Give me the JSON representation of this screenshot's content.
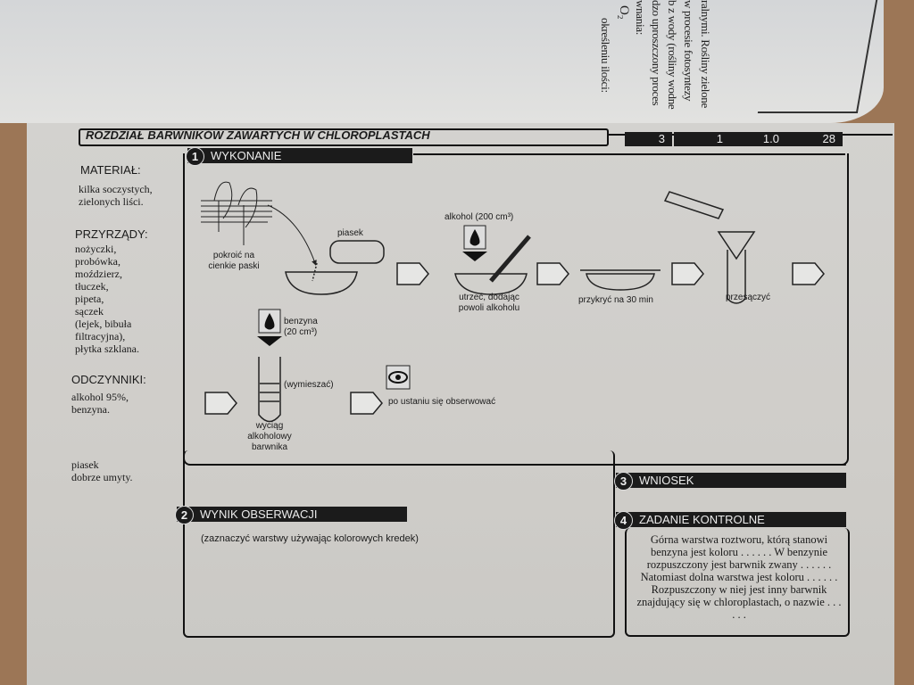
{
  "previous_page": {
    "lines": [
      "ralnymi. Rośliny zielone",
      "w procesie fotosyntezy",
      "b z wody (rośliny wodne",
      "dzo uproszczony proces",
      "wnania:",
      "O₂",
      "określeniu ilości:"
    ]
  },
  "header": {
    "title": "ROZDZIAŁ BARWNIKÓW ZAWARTYCH W CHLOROPLASTACH",
    "tabs": [
      "3",
      "1",
      "1.0",
      "28"
    ]
  },
  "sidebar": {
    "material_heading": "MATERIAŁ:",
    "material_text": "kilka soczystych, zielonych liści.",
    "tools_heading": "PRZYRZĄDY:",
    "tools": [
      "nożyczki,",
      "probówka,",
      "moździerz,",
      "tłuczek,",
      "pipeta,",
      "sączek",
      "(lejek, bibuła",
      "filtracyjna),",
      "płytka szklana."
    ],
    "reagents_heading": "ODCZYNNIKI:",
    "reagents": [
      "alkohol 95%,",
      "benzyna."
    ],
    "extra": [
      "piasek",
      "dobrze umyty."
    ]
  },
  "sections": {
    "s1": {
      "num": "1",
      "title": "WYKONANIE"
    },
    "s2": {
      "num": "2",
      "title": "WYNIK OBSERWACJI",
      "text": "(zaznaczyć warstwy używając kolorowych kredek)"
    },
    "s3": {
      "num": "3",
      "title": "WNIOSEK"
    },
    "s4": {
      "num": "4",
      "title": "ZADANIE KONTROLNE",
      "text": "Górna warstwa roztworu, którą stanowi benzyna jest koloru . . . . . . W benzynie rozpuszczony jest barwnik zwany . . . . . . Natomiast dolna warstwa jest koloru . . . . . . Rozpuszczony w niej jest inny barwnik znajdujący się w chloroplastach, o nazwie . . . . . ."
    }
  },
  "diagram": {
    "cut": "pokroić na cienkie paski",
    "sand": "piasek",
    "alcohol": "alkohol (200 cm³)",
    "grind": "utrzeć, dodając powoli alkoholu",
    "cover": "przykryć na 30 min",
    "filter": "przesączyć",
    "petrol": "benzyna (20 cm³)",
    "mix": "(wymieszać)",
    "extract": "wyciąg alkoholowy barwnika",
    "observe": "po ustaniu się obserwować"
  }
}
